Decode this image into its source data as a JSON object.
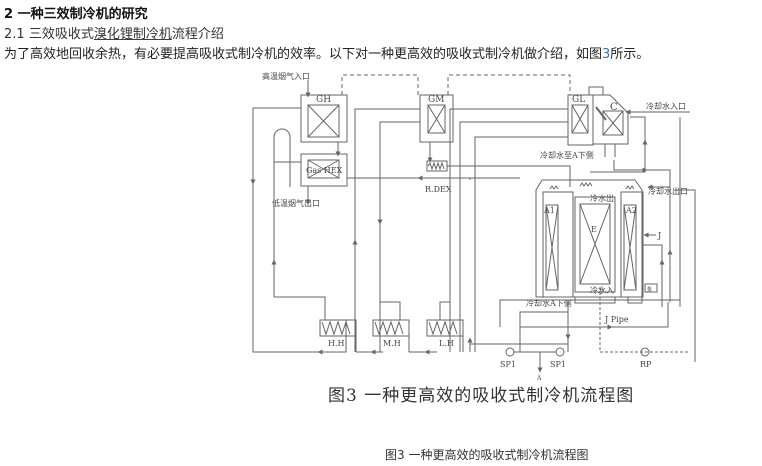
{
  "article": {
    "section_heading": "2 一种三效制冷机的研究",
    "subsection_number": "2.1 ",
    "subsection_pre": "三效吸收式",
    "subsection_link": "溴化锂制冷机",
    "subsection_post": "流程介绍",
    "paragraph_pre": "为了高效地回收余热，有必要提高吸收式制冷机的效率。以下对一种更高效的吸收式制冷机做介绍，如图",
    "paragraph_num": "3",
    "paragraph_post": "所示。",
    "figure_caption_in_image": "图3  一种更高效的吸收式制冷机流程图",
    "figure_caption": "图3 一种更高效的吸收式制冷机流程图"
  },
  "diagram": {
    "labels": {
      "high_temp_gas_in": "高温烟气入口",
      "low_temp_gas_out": "低温烟气出口",
      "gh": "GH",
      "gm": "GM",
      "gl": "GL",
      "c": "C",
      "gas_hex": "Gas HEX",
      "r_dex": "R.DEX",
      "cooling_water_in": "冷却水入口",
      "cooling_water_to_a": "冷却水至A下侧",
      "cooling_water_out": "冷却水出口",
      "chilled_water_out": "冷水出",
      "chilled_water_in": "冷水入",
      "a1": "A1",
      "a2": "A2",
      "e": "E",
      "j": "J",
      "cooling_water_a_lower": "冷却水A下侧",
      "j_pipe": "J  Pipe",
      "hh": "H.H",
      "mh": "M.H",
      "lh": "L.H",
      "sp1_left": "SP1",
      "sp1_right": "SP1",
      "rp": "RP",
      "a_out": "A",
      "pump_box": "泵"
    }
  }
}
